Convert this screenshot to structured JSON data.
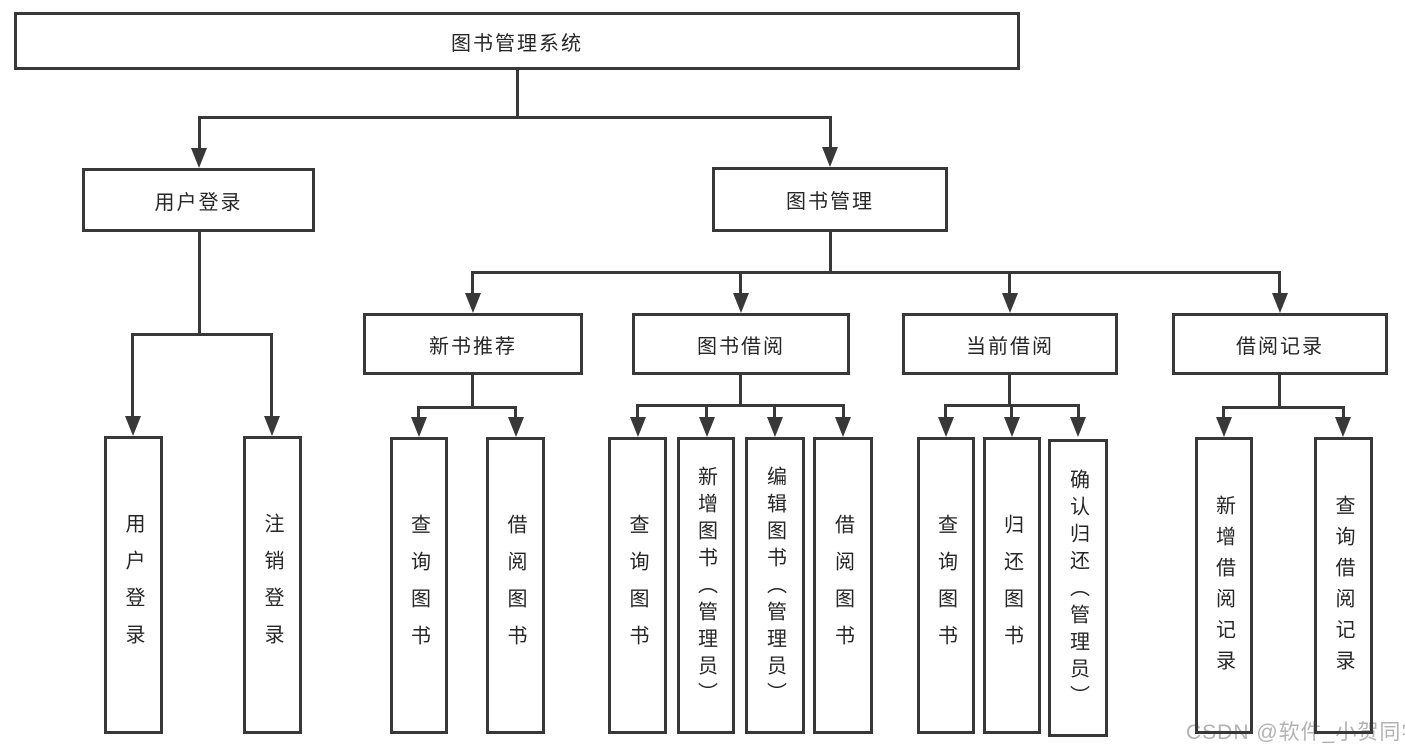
{
  "tree": {
    "root": {
      "label": "图书管理系统"
    },
    "branches": [
      {
        "label": "用户登录",
        "children": [
          {
            "label": "用户登录"
          },
          {
            "label": "注销登录"
          }
        ]
      },
      {
        "label": "图书管理",
        "groups": [
          {
            "label": "新书推荐",
            "children": [
              {
                "label": "查询图书"
              },
              {
                "label": "借阅图书"
              }
            ]
          },
          {
            "label": "图书借阅",
            "children": [
              {
                "label": "查询图书"
              },
              {
                "label": "新增图书（管理员）"
              },
              {
                "label": "编辑图书（管理员）"
              },
              {
                "label": "借阅图书"
              }
            ]
          },
          {
            "label": "当前借阅",
            "children": [
              {
                "label": "查询图书"
              },
              {
                "label": "归还图书"
              },
              {
                "label": "确认归还（管理员）"
              }
            ]
          },
          {
            "label": "借阅记录",
            "children": [
              {
                "label": "新增借阅记录"
              },
              {
                "label": "查询借阅记录"
              }
            ]
          }
        ]
      }
    ]
  },
  "watermark": {
    "text": "CSDN @软件_小贺同学"
  },
  "colors": {
    "line": "#383838",
    "text": "#262626",
    "watermark": "#b2b2b2",
    "background": "#ffffff"
  }
}
